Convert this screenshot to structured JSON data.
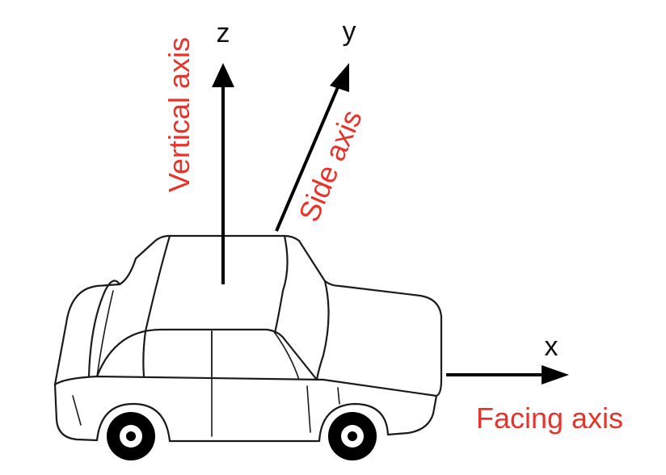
{
  "axes": {
    "z": {
      "letter": "z",
      "name": "Vertical axis"
    },
    "y": {
      "letter": "y",
      "name": "Side axis"
    },
    "x": {
      "letter": "x",
      "name": "Facing axis"
    }
  },
  "colors": {
    "axis_name": "#e8322a",
    "axis_letter": "#111111",
    "car_outline": "#1a1a1a",
    "background": "#ffffff"
  }
}
